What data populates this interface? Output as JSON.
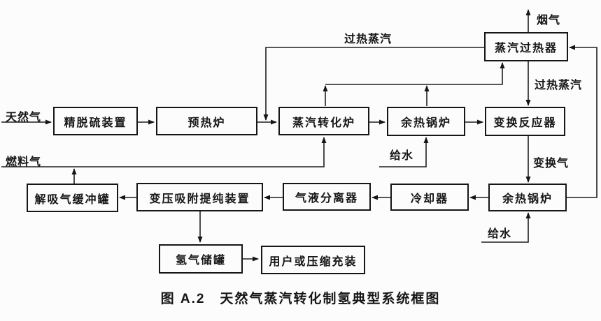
{
  "diagram": {
    "caption": "图 A.2　天然气蒸汽转化制氢典型系统框图",
    "nodes": {
      "desulfurizer": {
        "label": "精脱硫装置"
      },
      "preheater": {
        "label": "预热炉"
      },
      "reformer": {
        "label": "蒸汽转化炉"
      },
      "whb_top": {
        "label": "余热锅炉"
      },
      "shift_reactor": {
        "label": "变换反应器"
      },
      "superheater": {
        "label": "蒸汽过热器"
      },
      "whb_bottom": {
        "label": "余热锅炉"
      },
      "cooler": {
        "label": "冷却器"
      },
      "separator": {
        "label": "气液分离器"
      },
      "psa": {
        "label": "变压吸附提纯装置"
      },
      "buffer_tank": {
        "label": "解吸气缓冲罐"
      },
      "h2_tank": {
        "label": "氢气储罐"
      },
      "user": {
        "label": "用户或压缩充装"
      }
    },
    "streams": {
      "natural_gas": "天然气",
      "fuel_gas": "燃料气",
      "superheated_steam_top": "过热蒸汽",
      "flue_gas": "烟气",
      "superheated_steam_right": "过热蒸汽",
      "shift_gas": "变换气",
      "feed_water_top": "给水",
      "feed_water_bottom": "给水"
    },
    "edges": [
      {
        "from": "natural_gas_inlet",
        "to": "desulfurizer",
        "label": "天然气"
      },
      {
        "from": "desulfurizer",
        "to": "preheater",
        "label": ""
      },
      {
        "from": "preheater",
        "to": "reformer",
        "label": ""
      },
      {
        "from": "superheater",
        "to": "reformer",
        "label": "过热蒸汽"
      },
      {
        "from": "reformer",
        "to": "superheater",
        "label": ""
      },
      {
        "from": "whb_top",
        "to": "superheater",
        "label": ""
      },
      {
        "from": "reformer",
        "to": "whb_top",
        "label": ""
      },
      {
        "from": "whb_top",
        "to": "shift_reactor",
        "label": ""
      },
      {
        "from": "superheater",
        "to": "flue_outlet",
        "label": "烟气"
      },
      {
        "from": "superheater",
        "to": "shift_reactor",
        "label": "过热蒸汽"
      },
      {
        "from": "shift_reactor",
        "to": "whb_bottom",
        "label": "变换气"
      },
      {
        "from": "whb_bottom",
        "to": "superheater",
        "label": ""
      },
      {
        "from": "feed_water_inlet",
        "to": "whb_top",
        "label": "给水"
      },
      {
        "from": "feed_water_inlet",
        "to": "whb_bottom",
        "label": "给水"
      },
      {
        "from": "whb_bottom",
        "to": "cooler",
        "label": ""
      },
      {
        "from": "cooler",
        "to": "separator",
        "label": ""
      },
      {
        "from": "separator",
        "to": "psa",
        "label": ""
      },
      {
        "from": "psa",
        "to": "buffer_tank",
        "label": ""
      },
      {
        "from": "buffer_tank",
        "to": "reformer",
        "label": "燃料气"
      },
      {
        "from": "psa",
        "to": "h2_tank",
        "label": ""
      },
      {
        "from": "h2_tank",
        "to": "user",
        "label": ""
      }
    ]
  }
}
